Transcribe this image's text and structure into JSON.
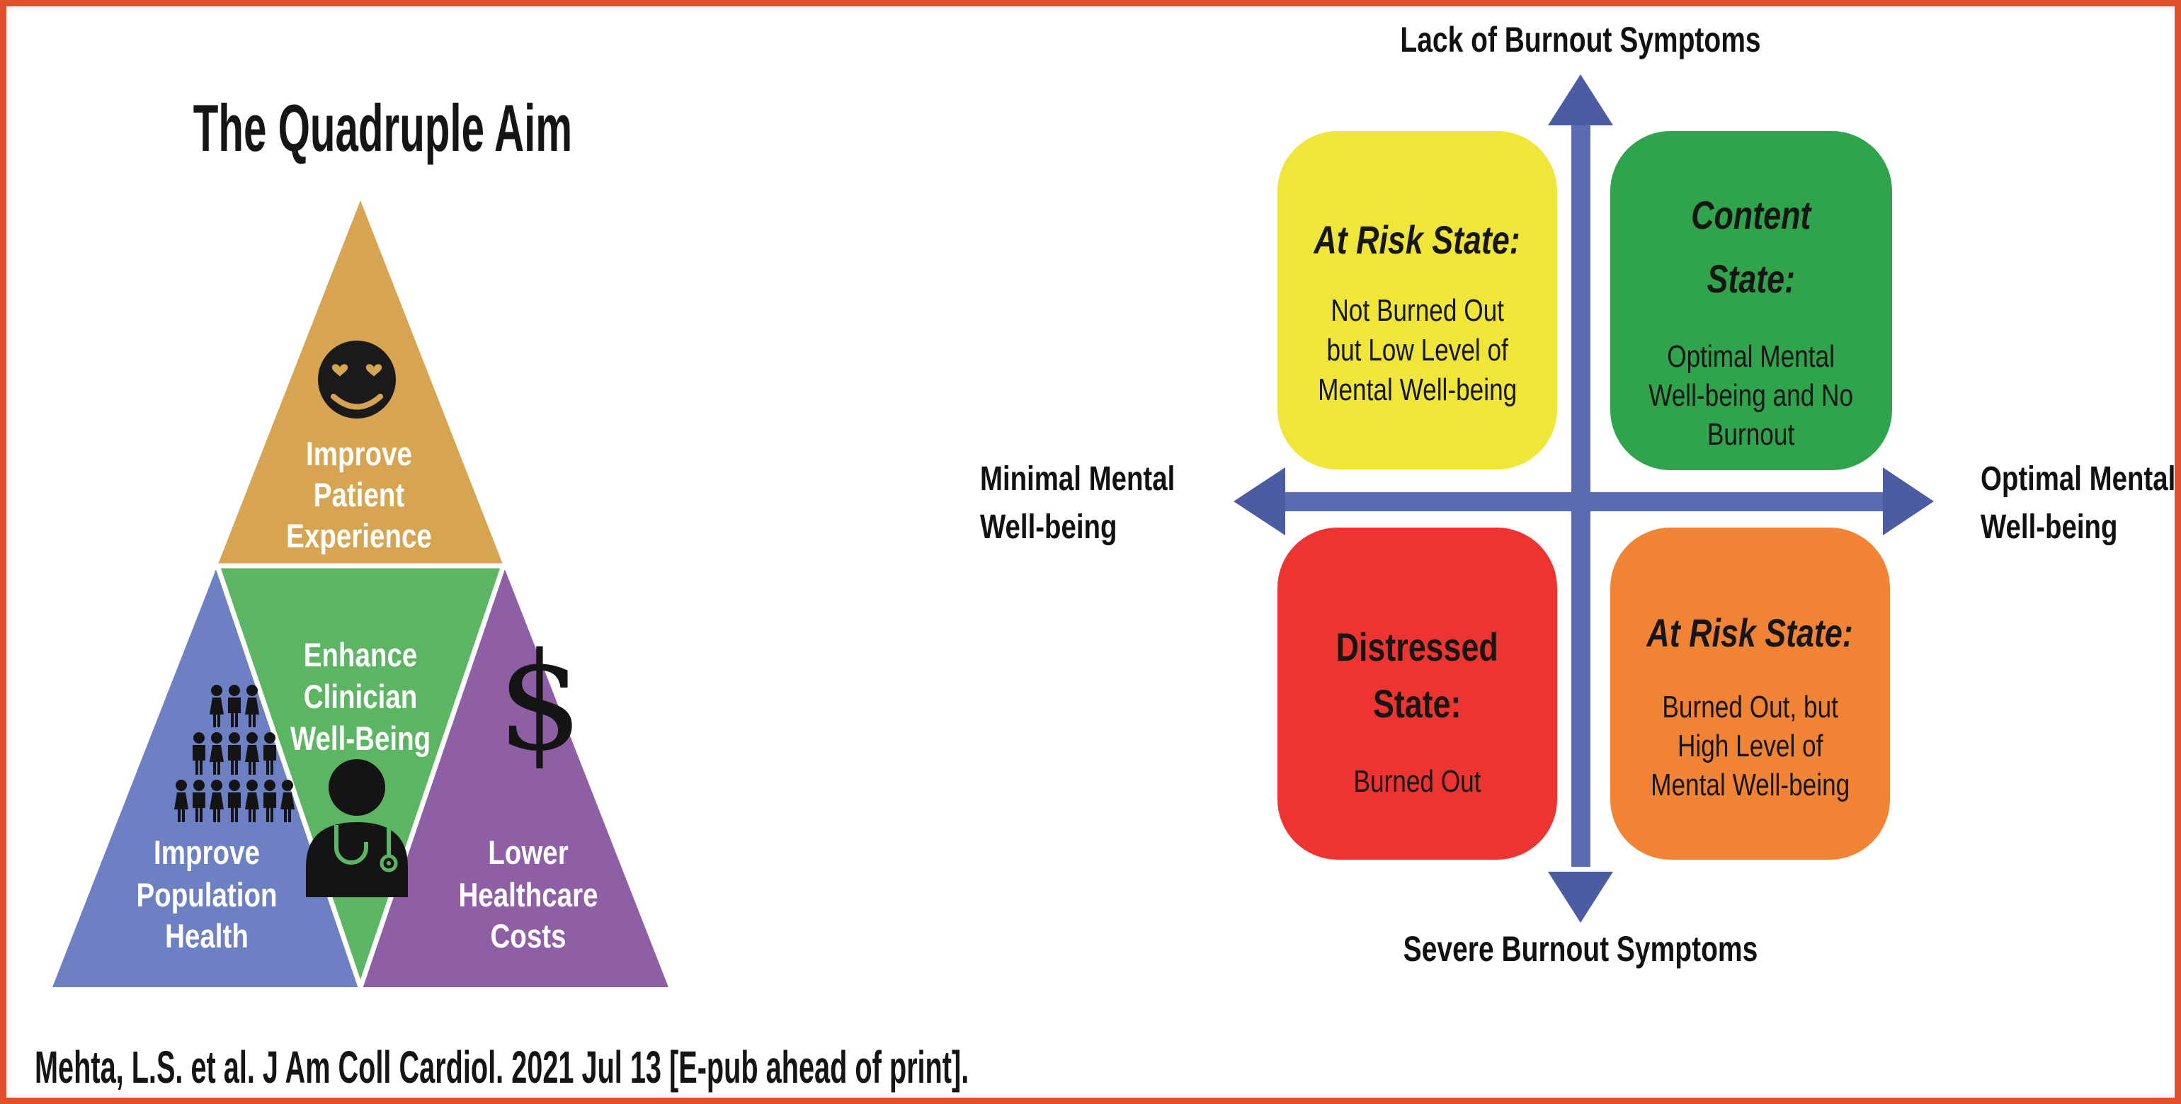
{
  "frame": {
    "border_color": "#DF4F2C",
    "background": "#FFFFFF"
  },
  "quadruple_aim": {
    "title": "The Quadruple Aim",
    "sections": {
      "top": {
        "name": "Improve Patient Experience",
        "lines": [
          "Improve",
          "Patient",
          "Experience"
        ],
        "color": "#D7A551",
        "icon": "heart-eyes-smiley-icon"
      },
      "middle": {
        "name": "Enhance Clinician Well-Being",
        "lines": [
          "Enhance",
          "Clinician",
          "Well-Being"
        ],
        "color": "#5BB563",
        "icon": "clinician-icon"
      },
      "left": {
        "name": "Improve Population Health",
        "lines": [
          "Improve",
          "Population",
          "Health"
        ],
        "color": "#6C80C3",
        "icon": "population-icon"
      },
      "right": {
        "name": "Lower Healthcare Costs",
        "lines": [
          "Lower",
          "Healthcare",
          "Costs"
        ],
        "color": "#8F5FA6",
        "icon": "dollar-icon"
      }
    },
    "dollar_symbol": "$"
  },
  "burnout_matrix": {
    "arrow_head_color": "#4B5CA2",
    "arrow_shaft_color": "#5C6CB0",
    "axis_labels": {
      "top": "Lack of Burnout Symptoms",
      "bottom": "Severe Burnout Symptoms",
      "left_lines": [
        "Minimal Mental",
        "Well-being"
      ],
      "right_lines": [
        "Optimal Mental",
        "Well-being"
      ]
    },
    "quadrants": {
      "top_left": {
        "color": "#F0E63A",
        "title_lines": [
          "At Risk State:"
        ],
        "body_lines": [
          "Not Burned Out",
          "but Low Level of",
          "Mental Well-being"
        ]
      },
      "top_right": {
        "color": "#2FA44C",
        "title_lines": [
          "Content",
          "State:"
        ],
        "body_lines": [
          "Optimal Mental",
          "Well-being and No",
          "Burnout"
        ]
      },
      "bottom_left": {
        "color": "#EE3430",
        "title_lines": [
          "Distressed",
          "State:"
        ],
        "body_lines": [
          "Burned Out"
        ]
      },
      "bottom_right": {
        "color": "#F08434",
        "title_lines": [
          "At Risk State:"
        ],
        "body_lines": [
          "Burned Out, but",
          "High Level of",
          "Mental Well-being"
        ]
      }
    }
  },
  "citation": "Mehta, L.S. et al. J Am Coll Cardiol. 2021 Jul 13 [E-pub ahead of print]."
}
